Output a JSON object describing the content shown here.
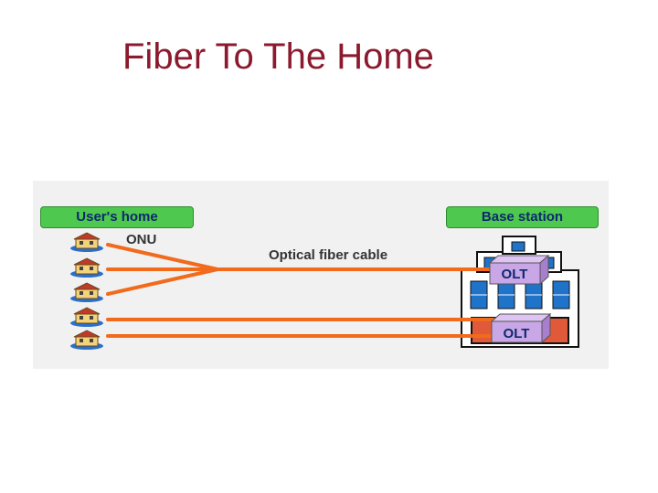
{
  "title": "Fiber To The Home",
  "labels": {
    "users_home": "User's home",
    "base_station": "Base station",
    "onu": "ONU",
    "fiber": "Optical fiber cable",
    "olt_top": "OLT",
    "olt_bottom": "OLT"
  },
  "colors": {
    "title": "#8b1a2e",
    "tag_fill": "#4fc84f",
    "tag_text": "#0b2a6e",
    "fiber": "#f26a1b",
    "olt": "#c9a6e6",
    "building": "#e05a3a",
    "windows": "#1f73c9"
  },
  "icons": [
    "house-icon",
    "base-station-building-icon",
    "olt-box-icon"
  ]
}
